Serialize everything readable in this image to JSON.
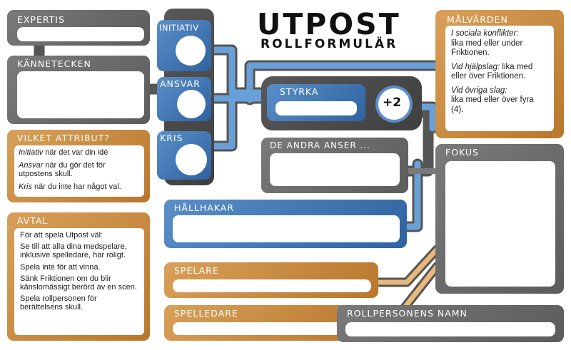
{
  "header": {
    "title": "UTPOST",
    "subtitle": "ROLLFORMULÄR"
  },
  "fields": {
    "expertis": "EXPERTIS",
    "kannetecken": "KÄNNETECKEN",
    "initiativ": "INITIATIV",
    "ansvar": "ANSVAR",
    "kris": "KRIS",
    "styrka": "STYRKA",
    "bonus": "+2",
    "de_andra": "DE ANDRA ANSER ...",
    "fokus": "FOKUS",
    "hallhakar": "HÅLLHAKAR",
    "spelare": "SPELARE",
    "spelledare": "SPELLEDARE",
    "rollpersonens_namn": "ROLLPERSONENS NAMN"
  },
  "vilket_attribut": {
    "label": "VILKET ATTRIBUT?",
    "line1_em": "Initiativ",
    "line1_rest": " när det var din idé",
    "line2_em": "Ansvar",
    "line2_rest": " när du gör det för utpostens skull.",
    "line3_em": "Kris",
    "line3_rest": " när du inte har något val."
  },
  "avtal": {
    "label": "AVTAL",
    "items": [
      "För att spela Utpost väl:",
      "Se till att alla dina medspelare, inklusive spelledare, har roligt.",
      "Spela inte för att vinna.",
      "Sänk Friktionen om du blir känslomässigt berörd av en scen.",
      "Spela rollpersonen för berättelsens skull."
    ]
  },
  "malvarden": {
    "label": "MÅLVÄRDEN",
    "b1_em": "I sociala konflikter:",
    "b1_rest": "lika med eller under Friktionen.",
    "b2_em": "Vid hjälpslag:",
    "b2_rest": " lika med eller över Friktionen.",
    "b3_em": "Vid övriga slag:",
    "b3_rest": "lika med eller över fyra (4)."
  },
  "colors": {
    "gray": "#6e6e6e",
    "dark_gray": "#4c4c4c",
    "blue": "#3d74b3",
    "orange": "#c98a3c",
    "connector_blue": "#6aa0d8",
    "connector_orange": "#e9b87a"
  }
}
